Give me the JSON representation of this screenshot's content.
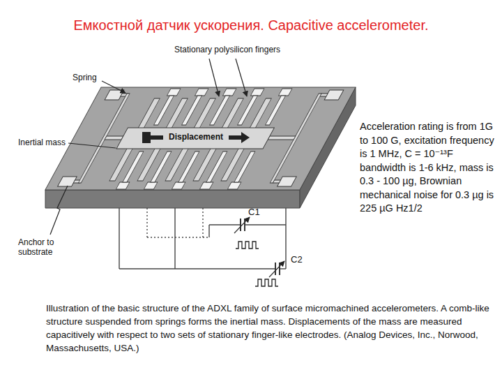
{
  "diagram": {
    "title": "Емкостной датчик ускорения. Capacitive accelerometer.",
    "caption": "Illustration of the basic structure of the ADXL family of surface micromachined accelerometers. A comb-like structure suspended from springs forms the inertial mass. Displacements of the mass are measured capacitively with respect to two sets of stationary finger-like electrodes. (Analog Devices, Inc., Norwood, Massachusetts, USA.)",
    "labels": [
      "Stationary polysilicon fingers",
      "Spring",
      "Inertial mass",
      "Displacement",
      "Anchor to substrate",
      "C1",
      "C2",
      "Acceleration rating is from 1G to 100 G, excitation frequency is 1 MHz, C = 10⁻¹³F bandwidth is 1-6 kHz, mass is 0.3 - 100 µg, Brownian mechanical noise for 0.3 µg is 225 µG Hz1/2"
    ]
  }
}
